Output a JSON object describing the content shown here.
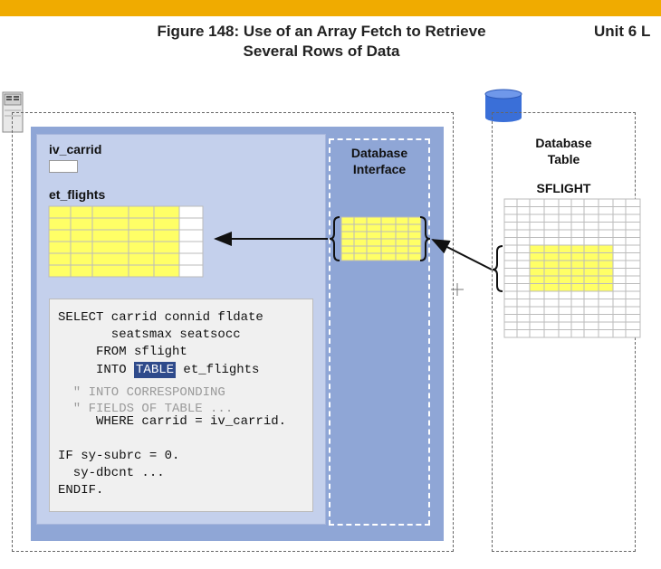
{
  "header": {
    "title_line1": "Figure 148: Use of an Array Fetch to Retrieve",
    "title_line2": "Several Rows of Data",
    "unit_label": "Unit 6 L",
    "bar_color": "#f0ab00"
  },
  "program": {
    "var1_label": "iv_carrid",
    "var2_label": "et_flights"
  },
  "code": {
    "lines": [
      "SELECT carrid connid fldate",
      "       seatsmax seatsocc",
      "     FROM sflight",
      "     INTO ",
      "  \" INTO CORRESPONDING",
      "  \" FIELDS OF TABLE ...",
      "     WHERE carrid = iv_carrid.",
      "",
      "IF sy-subrc = 0.",
      "  sy-dbcnt ...",
      "ENDIF."
    ],
    "highlight_keyword": "TABLE",
    "into_suffix": " et_flights"
  },
  "db_interface": {
    "title_line1": "Database",
    "title_line2": "Interface"
  },
  "database": {
    "title_line1": "Database",
    "title_line2": "Table",
    "table_name": "SFLIGHT"
  },
  "icons": {
    "server": "server-icon",
    "database": "database-cylinder-icon"
  },
  "colors": {
    "highlight_yellow": "#ffff66",
    "app_blue": "#8fa6d6",
    "program_blue": "#c4d0ec",
    "keyword_blue": "#2e4a8b",
    "db_blue": "#3a6fd8"
  }
}
